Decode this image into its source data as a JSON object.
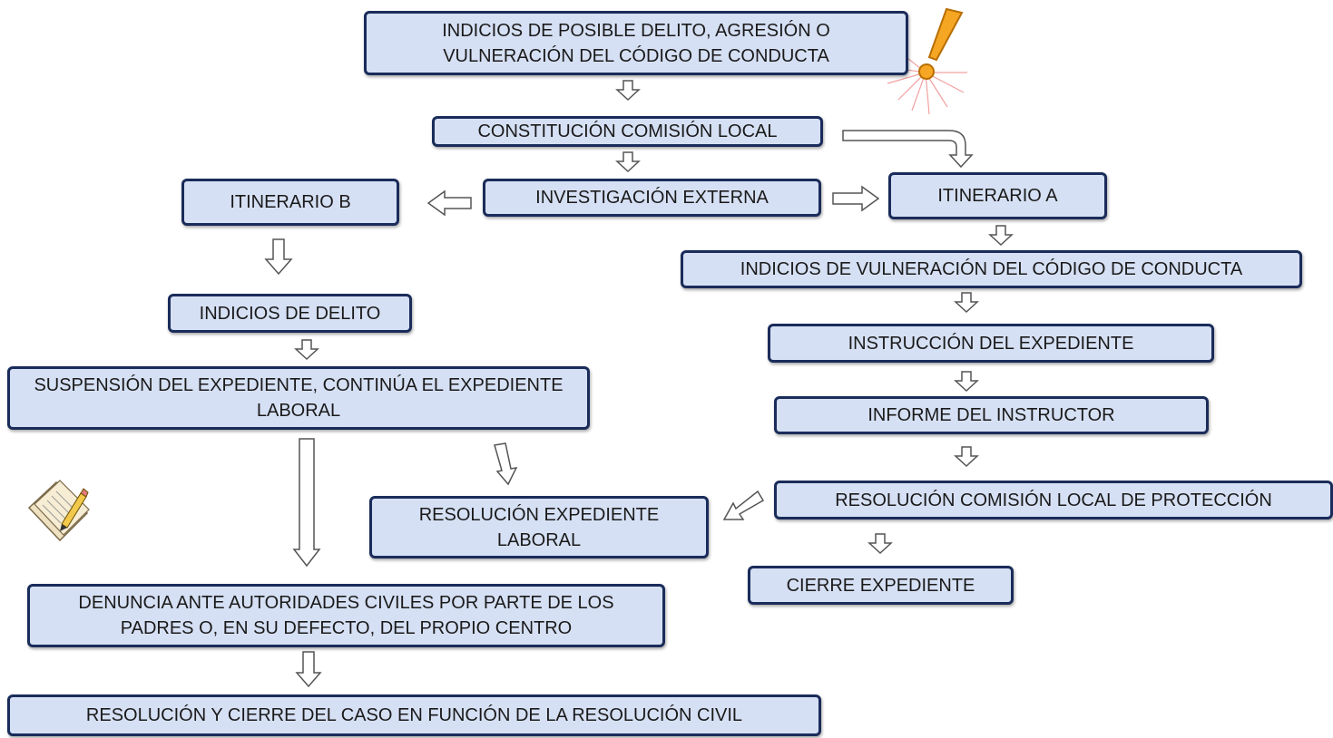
{
  "diagram": {
    "nodes": [
      {
        "id": "indicios-posible-delito",
        "text": "INDICIOS DE POSIBLE DELITO, AGRESIÓN O\nVULNERACIÓN DEL CÓDIGO DE CONDUCTA"
      },
      {
        "id": "constitucion-comision",
        "text": "CONSTITUCIÓN COMISIÓN LOCAL"
      },
      {
        "id": "investigacion-externa",
        "text": "INVESTIGACIÓN EXTERNA"
      },
      {
        "id": "itinerario-b",
        "text": "ITINERARIO B"
      },
      {
        "id": "itinerario-a",
        "text": "ITINERARIO A"
      },
      {
        "id": "indicios-vulneracion",
        "text": "INDICIOS DE VULNERACIÓN DEL CÓDIGO DE CONDUCTA"
      },
      {
        "id": "instruccion-expediente",
        "text": "INSTRUCCIÓN DEL EXPEDIENTE"
      },
      {
        "id": "informe-instructor",
        "text": "INFORME DEL INSTRUCTOR"
      },
      {
        "id": "resolucion-comision",
        "text": "RESOLUCIÓN COMISIÓN LOCAL DE PROTECCIÓN"
      },
      {
        "id": "cierre-expediente",
        "text": "CIERRE EXPEDIENTE"
      },
      {
        "id": "indicios-delito",
        "text": "INDICIOS DE DELITO"
      },
      {
        "id": "suspension-expediente",
        "text": "SUSPENSIÓN DEL EXPEDIENTE, CONTINÚA EL EXPEDIENTE\nLABORAL"
      },
      {
        "id": "resolucion-laboral",
        "text": "RESOLUCIÓN EXPEDIENTE\nLABORAL"
      },
      {
        "id": "denuncia",
        "text": "DENUNCIA ANTE AUTORIDADES CIVILES POR PARTE DE LOS\nPADRES O, EN SU DEFECTO, DEL PROPIO CENTRO"
      },
      {
        "id": "resolucion-cierre",
        "text": "RESOLUCIÓN Y CIERRE DEL CASO EN FUNCIÓN DE LA RESOLUCIÓN CIVIL"
      }
    ],
    "edges": [
      {
        "from": "indicios-posible-delito",
        "to": "constitucion-comision"
      },
      {
        "from": "constitucion-comision",
        "to": "investigacion-externa"
      },
      {
        "from": "constitucion-comision",
        "to": "itinerario-a"
      },
      {
        "from": "investigacion-externa",
        "to": "itinerario-b"
      },
      {
        "from": "investigacion-externa",
        "to": "itinerario-a"
      },
      {
        "from": "itinerario-a",
        "to": "indicios-vulneracion"
      },
      {
        "from": "indicios-vulneracion",
        "to": "instruccion-expediente"
      },
      {
        "from": "instruccion-expediente",
        "to": "informe-instructor"
      },
      {
        "from": "informe-instructor",
        "to": "resolucion-comision"
      },
      {
        "from": "resolucion-comision",
        "to": "cierre-expediente"
      },
      {
        "from": "resolucion-comision",
        "to": "resolucion-laboral"
      },
      {
        "from": "itinerario-b",
        "to": "indicios-delito"
      },
      {
        "from": "indicios-delito",
        "to": "suspension-expediente"
      },
      {
        "from": "suspension-expediente",
        "to": "resolucion-laboral"
      },
      {
        "from": "suspension-expediente",
        "to": "denuncia"
      },
      {
        "from": "denuncia",
        "to": "resolucion-cierre"
      }
    ],
    "icons": [
      "exclamation-icon",
      "document-pencil-icon"
    ],
    "colors": {
      "box_fill": "#d6e0f4",
      "box_border": "#1a2c5a",
      "exclamation": "#f5a623"
    }
  }
}
